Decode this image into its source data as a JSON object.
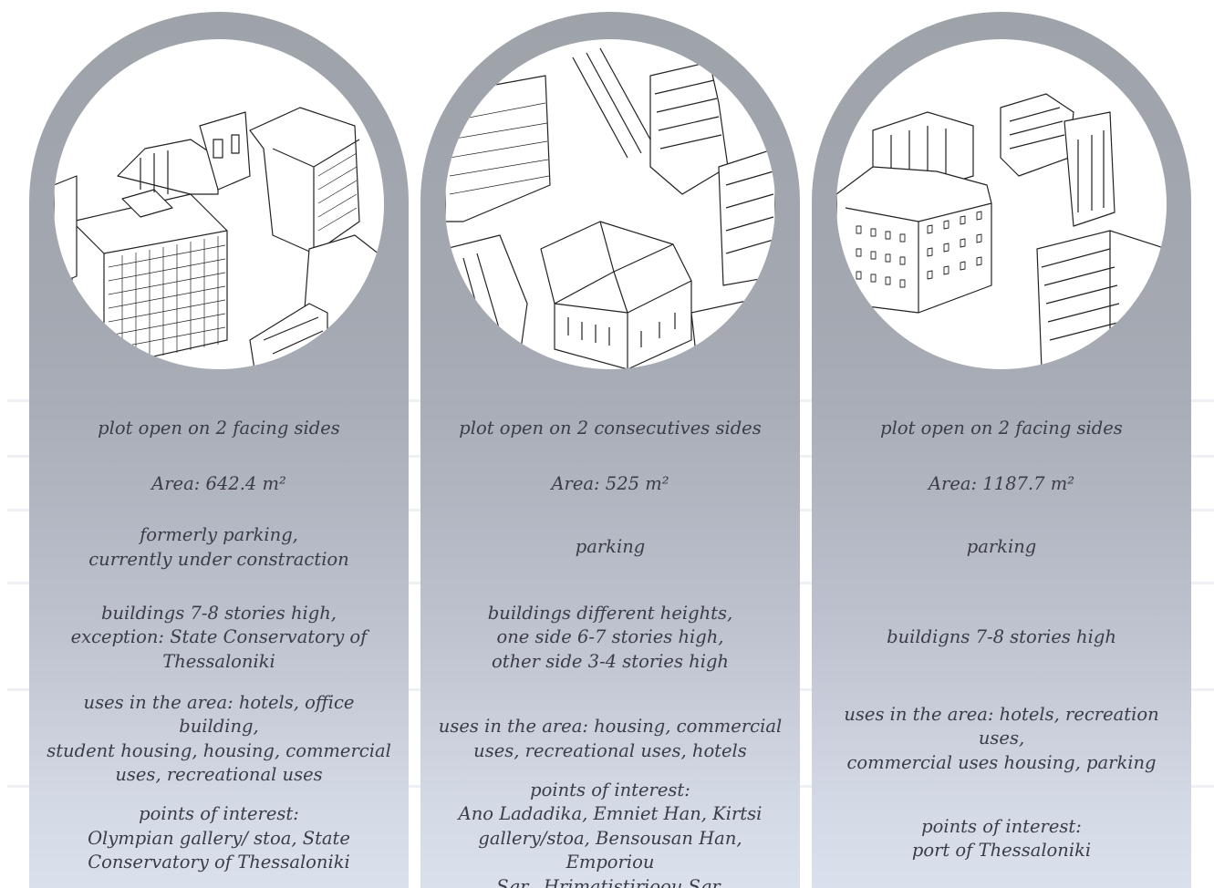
{
  "sites": [
    {
      "sketch_icon": "aerial-city-sketch-1",
      "plot": "plot open on 2 facing sides",
      "area": "Area: 642.4 m²",
      "current_use": "formerly parking,\ncurrently under constraction",
      "buildings": "buildings  7-8 stories high,\nexception: State Conservatory of\nThessaloniki",
      "uses": "uses in the area: hotels, office building,\nstudent housing, housing, commercial\nuses, recreational uses",
      "poi": "points of interest:\nOlympian gallery/ stoa, State\nConservatory of Thessaloniki"
    },
    {
      "sketch_icon": "aerial-city-sketch-2",
      "plot": "plot open on 2 consecutives sides",
      "area": "Area: 525 m²",
      "current_use": "parking",
      "buildings": "buildings different heights,\none side 6-7 stories high,\nother side 3-4 stories high",
      "uses": "uses in the area: housing, commercial\nuses, recreational uses, hotels",
      "poi": "points of interest:\nAno Ladadika, Emniet Han, Kirtsi\ngallery/stoa, Bensousan Han, Emporiou\nSqr., Hrimatistirioou Sqr."
    },
    {
      "sketch_icon": "aerial-city-sketch-3",
      "plot": "plot open on 2 facing sides",
      "area": "Area: 1187.7 m²",
      "current_use": "parking",
      "buildings": "buildigns 7-8 stories high",
      "uses": "uses in the area: hotels, recreation uses,\ncommercial uses housing, parking",
      "poi": "points of interest:\nport of Thessaloniki"
    }
  ],
  "colors": {
    "arch_top": "#9ea3aa",
    "arch_bottom": "#dbe1ec",
    "divider": "#eef0f4",
    "text": "#3a3d45",
    "sketch_line": "#222222"
  }
}
